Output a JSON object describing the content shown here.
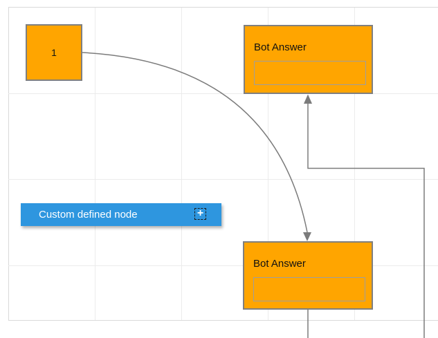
{
  "canvas": {
    "type": "diagram-editor-grid-canvas"
  },
  "colors": {
    "canvas_bg": "#ffffff",
    "grid_line": "#ebebeb",
    "border_line": "#d9d9d9",
    "connector_gray": "#7b7b7b",
    "node_orange": "#FFA500",
    "node_border_gray": "#7f7f7f",
    "custom_node_blue": "#2E96DF",
    "custom_node_text": "#ffffff"
  },
  "nodes": {
    "numbered": {
      "label": "1"
    },
    "bot_answer_top": {
      "title": "Bot Answer",
      "input_value": ""
    },
    "bot_answer_bottom": {
      "title": "Bot Answer",
      "input_value": ""
    },
    "custom": {
      "label": "Custom defined node",
      "plus_icon": "+"
    }
  }
}
